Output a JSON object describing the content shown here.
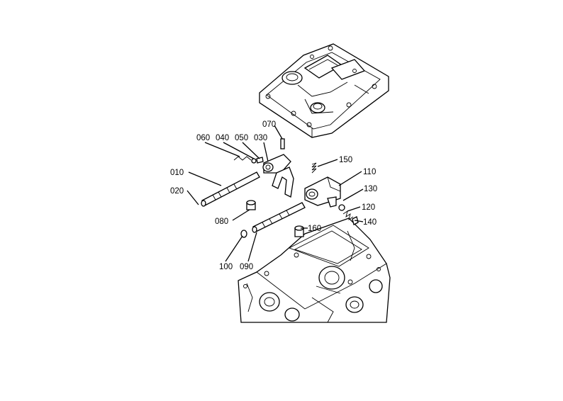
{
  "diagram": {
    "callouts": [
      {
        "id": "c010",
        "label": "010"
      },
      {
        "id": "c020",
        "label": "020"
      },
      {
        "id": "c030",
        "label": "030"
      },
      {
        "id": "c040",
        "label": "040"
      },
      {
        "id": "c050",
        "label": "050"
      },
      {
        "id": "c060",
        "label": "060"
      },
      {
        "id": "c070",
        "label": "070"
      },
      {
        "id": "c080",
        "label": "080"
      },
      {
        "id": "c090",
        "label": "090"
      },
      {
        "id": "c100",
        "label": "100"
      },
      {
        "id": "c110",
        "label": "110"
      },
      {
        "id": "c120",
        "label": "120"
      },
      {
        "id": "c130",
        "label": "130"
      },
      {
        "id": "c140",
        "label": "140"
      },
      {
        "id": "c150",
        "label": "150"
      },
      {
        "id": "c160",
        "label": "160"
      }
    ]
  }
}
